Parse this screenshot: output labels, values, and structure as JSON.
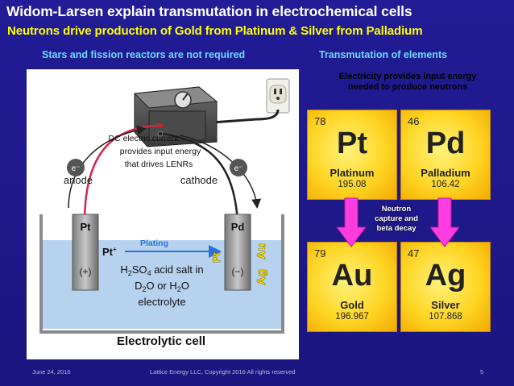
{
  "slide": {
    "title": "Widom-Larsen explain transmutation in electrochemical cells",
    "subtitle": "Neutrons drive production of Gold from Platinum & Silver from Palladium",
    "label_left": "Stars and fission reactors are not required",
    "label_right": "Transmutation of elements",
    "electricity_note_line1": "Electricity provides input energy",
    "electricity_note_line2": "needed to produce neutrons"
  },
  "cell": {
    "dc_line1": "DC electric current",
    "dc_line2": "provides input energy",
    "dc_line3": "that drives LENRs",
    "anode": "anode",
    "cathode": "cathode",
    "electron_left": "e⁻",
    "electron_right": "e⁻",
    "pt_electrode": "Pt",
    "pd_electrode": "Pd",
    "plus": "(+)",
    "minus": "(−)",
    "ion": "Pt",
    "ion_charge": "+",
    "plating": "Plating",
    "vertical_pt": "Pt",
    "vertical_au": "Au",
    "vertical_ag": "Ag",
    "acid_h": "H",
    "acid_2": "2",
    "acid_so": "SO",
    "acid_4": "4",
    "acid_rest": " acid salt in",
    "water_d": "D",
    "water_2a": "2",
    "water_or": "O or H",
    "water_2b": "2",
    "water_o": "O",
    "electrolyte": "electrolyte",
    "caption": "Electrolytic cell"
  },
  "elements": [
    {
      "number": "78",
      "symbol": "Pt",
      "name": "Platinum",
      "weight": "195.08"
    },
    {
      "number": "46",
      "symbol": "Pd",
      "name": "Palladium",
      "weight": "106.42"
    },
    {
      "number": "79",
      "symbol": "Au",
      "name": "Gold",
      "weight": "196.967"
    },
    {
      "number": "47",
      "symbol": "Ag",
      "name": "Silver",
      "weight": "107.868"
    }
  ],
  "neutron_note": {
    "line1": "Neutron",
    "line2": "capture and",
    "line3": "beta decay"
  },
  "footer": {
    "date": "June 24, 2016",
    "copyright": "Lattice Energy LLC, Copyright 2016  All rights reserved",
    "page": "5"
  },
  "colors": {
    "background": "#221c96",
    "title": "#ffffff",
    "subtitle": "#ffff00",
    "section_labels": "#6fd8ff",
    "tile_gold": "#ffd524",
    "arrow_magenta": "#ff3ce0",
    "electrolyte": "#b6d2ee",
    "plating_blue": "#2a72d8",
    "vertical_labels": "#ffe600"
  }
}
